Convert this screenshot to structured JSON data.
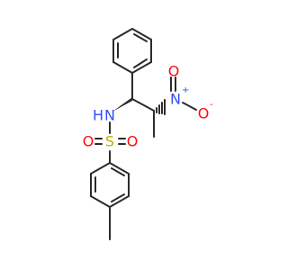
{
  "colors": {
    "bond": "#2b2b2b",
    "nitrogen": "#3050F8",
    "oxygen": "#FF0D0D",
    "sulfur": "#C8A800"
  },
  "atoms": {
    "n_amide": "H",
    "n_amide_main": "N",
    "n_nitro": "N",
    "n_nitro_charge": "+",
    "o_nitro_top": "O",
    "o_nitro_right": "O",
    "o_nitro_charge": "-",
    "o_sulfonyl_left": "O",
    "o_sulfonyl_right": "O",
    "sulfur": "S"
  }
}
